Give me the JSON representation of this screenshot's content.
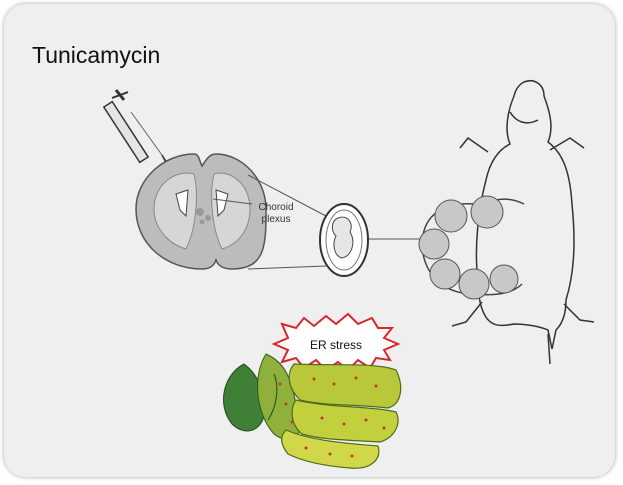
{
  "title": "Tunicamycin",
  "labels": {
    "choroid_line1": "Choroid",
    "choroid_line2": "plexus",
    "er_stress": "ER stress"
  },
  "colors": {
    "background": "#efefef",
    "er_light": "#b8c83a",
    "er_dark": "#2e6f2c",
    "burst_red": "#d8262a",
    "embryo_gray": "#c8c8c8"
  },
  "icons": {
    "syringe": "syringe-icon",
    "brain": "brain-section-icon",
    "embryo": "embryo-icon",
    "mouse": "pregnant-mouse-icon",
    "er": "endoplasmic-reticulum-icon"
  }
}
